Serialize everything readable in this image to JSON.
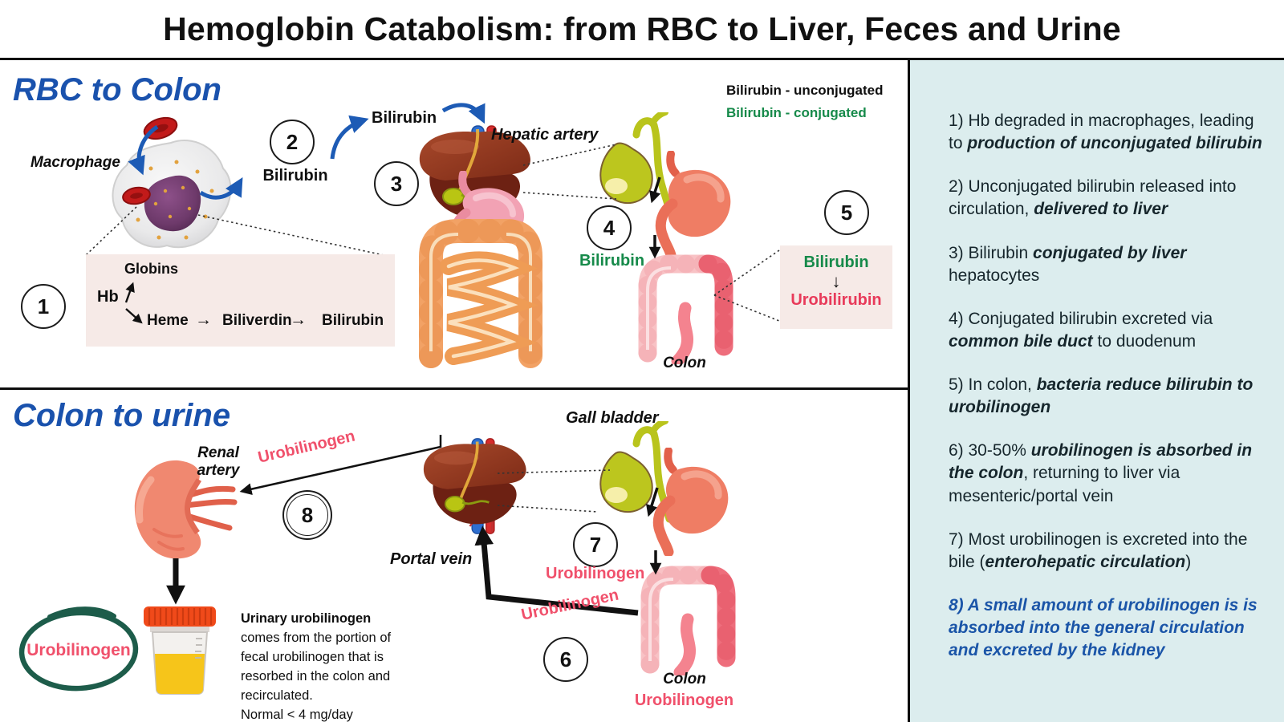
{
  "title": "Hemoglobin Catabolism: from RBC to Liver, Feces and Urine",
  "legend": {
    "unconjugated": "Bilirubin - unconjugated",
    "conjugated": "Bilirubin - conjugated"
  },
  "icons": {
    "down_arrow": "↓",
    "right_arrow": "→"
  },
  "steps": {
    "s1": "1",
    "s2": "2",
    "s3": "3",
    "s4": "4",
    "s5": "5",
    "s6": "6",
    "s7": "7",
    "s8": "8"
  },
  "section1": {
    "heading": "RBC to Colon",
    "macrophage_label": "Macrophage",
    "bilirubin_step2": "Bilirubin",
    "bilirubin_released": "Bilirubin",
    "hepatic_artery": "Hepatic artery",
    "bilirubin_conjugated": "Bilirubin",
    "colon_label": "Colon",
    "hb_box": {
      "hb": "Hb",
      "globins": "Globins",
      "heme": "Heme",
      "biliverdin": "Biliverdin",
      "bilirubin": "Bilirubin"
    },
    "conversion_box": {
      "from": "Bilirubin",
      "to": "Urobilirubin"
    }
  },
  "section2": {
    "heading": "Colon to urine",
    "renal_artery": "Renal artery",
    "urobilinogen_to_kidney": "Urobilinogen",
    "gall_bladder": "Gall bladder",
    "portal_vein": "Portal vein",
    "urobilinogen_bile": "Urobilinogen",
    "urobilinogen_portal": "Urobilinogen",
    "colon_label": "Colon",
    "urobilinogen_colon": "Urobilinogen",
    "urobilinogen_urine": "Urobilinogen",
    "note_bold": "Urinary urobilinogen",
    "note_rest": " comes from the portion of fecal urobilinogen that is resorbed in the colon and recirculated.",
    "note_normal": "Normal < 4 mg/day"
  },
  "sidebar": {
    "items": [
      {
        "blue": false,
        "segments": [
          {
            "text": "1) Hb degraded in macrophages, leading to ",
            "bold": false
          },
          {
            "text": "production of unconjugated bilirubin",
            "bold": true
          }
        ]
      },
      {
        "blue": false,
        "segments": [
          {
            "text": "2) Unconjugated bilirubin released into circulation, ",
            "bold": false
          },
          {
            "text": "delivered to liver",
            "bold": true
          }
        ]
      },
      {
        "blue": false,
        "segments": [
          {
            "text": "3) Bilirubin ",
            "bold": false
          },
          {
            "text": "conjugated by liver",
            "bold": true
          },
          {
            "text": " hepatocytes",
            "bold": false
          }
        ]
      },
      {
        "blue": false,
        "segments": [
          {
            "text": "4) Conjugated bilirubin excreted  via ",
            "bold": false
          },
          {
            "text": "common bile duct",
            "bold": true
          },
          {
            "text": " to duodenum",
            "bold": false
          }
        ]
      },
      {
        "blue": false,
        "segments": [
          {
            "text": "5) In colon, ",
            "bold": false
          },
          {
            "text": "bacteria reduce bilirubin to urobilinogen",
            "bold": true
          }
        ]
      },
      {
        "blue": false,
        "segments": [
          {
            "text": "6) 30-50% ",
            "bold": false
          },
          {
            "text": "urobilinogen is absorbed in the colon",
            "bold": true
          },
          {
            "text": ", returning to liver via mesenteric/portal vein",
            "bold": false
          }
        ]
      },
      {
        "blue": false,
        "segments": [
          {
            "text": "7) Most urobilinogen is excreted into the bile (",
            "bold": false
          },
          {
            "text": "enterohepatic circulation",
            "bold": true
          },
          {
            "text": ")",
            "bold": false
          }
        ]
      },
      {
        "blue": true,
        "segments": [
          {
            "text": "8) A small amount of urobilinogen is is absorbed into the general circulation and excreted by the kidney",
            "bold": true
          }
        ]
      }
    ]
  },
  "colors": {
    "accent_blue": "#1a52ad",
    "arrow_blue": "#1d5bb5",
    "green": "#168a4a",
    "pink": "#f0506b",
    "red": "#e83a5a",
    "sidebar_bg": "#dcedee",
    "box_pink": "#f6eae7"
  }
}
